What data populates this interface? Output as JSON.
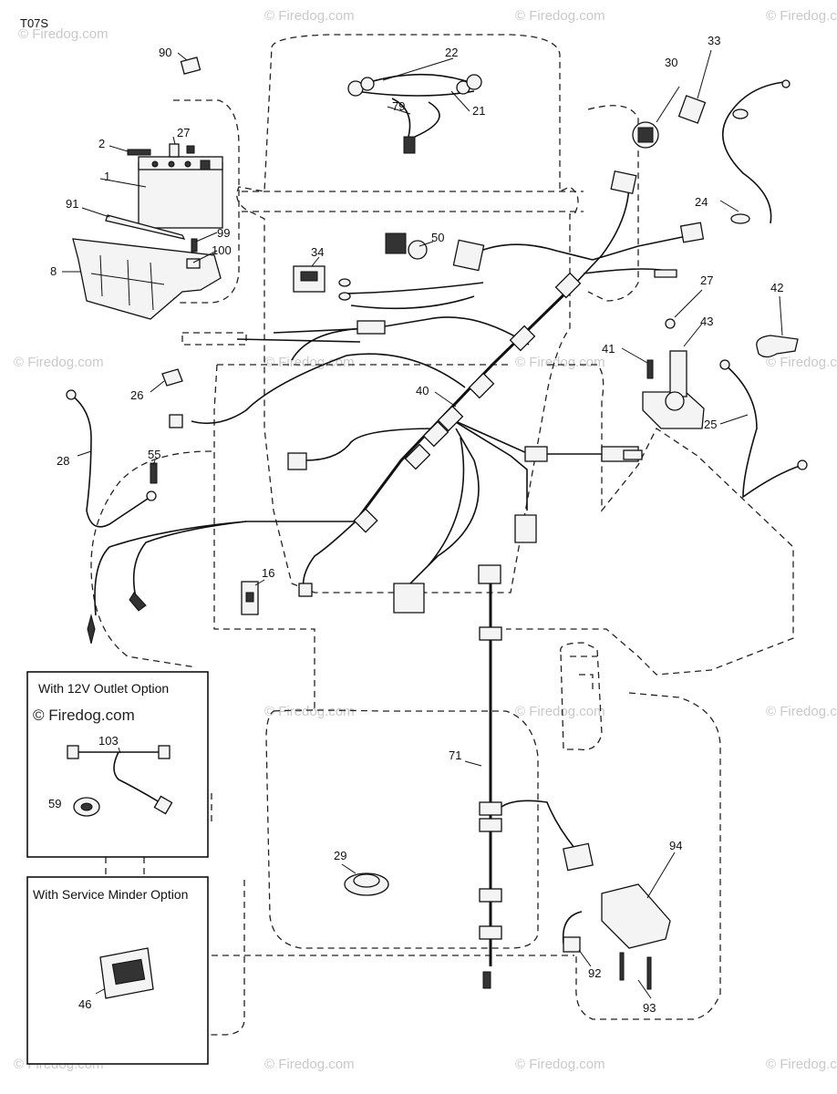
{
  "diagram_code": "T07S",
  "watermark": "© Firedog.com",
  "inset_outlet": {
    "title": "With 12V Outlet Option",
    "watermark": "© Firedog.com"
  },
  "inset_service": {
    "title": "With Service Minder Option"
  },
  "callouts": {
    "c1": "1",
    "c2": "2",
    "c8": "8",
    "c16": "16",
    "c21": "21",
    "c22": "22",
    "c24": "24",
    "c25": "25",
    "c26": "26",
    "c27a": "27",
    "c27b": "27",
    "c28": "28",
    "c29": "29",
    "c30": "30",
    "c33": "33",
    "c34": "34",
    "c40": "40",
    "c41": "41",
    "c42": "42",
    "c43": "43",
    "c46": "46",
    "c50": "50",
    "c55": "55",
    "c59": "59",
    "c71": "71",
    "c79": "79",
    "c90": "90",
    "c91": "91",
    "c92": "92",
    "c93": "93",
    "c94": "94",
    "c99": "99",
    "c100": "100",
    "c103": "103"
  }
}
